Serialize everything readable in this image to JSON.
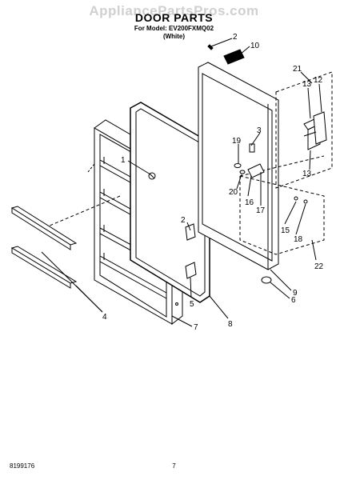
{
  "watermark": "AppliancePartsPros.com",
  "title": "DOOR PARTS",
  "model_line": "For Model: EV200FXMQ02",
  "color_line": "(White)",
  "callouts": [
    "1",
    "2",
    "2",
    "3",
    "4",
    "5",
    "6",
    "7",
    "8",
    "9",
    "10",
    "12",
    "13",
    "13",
    "15",
    "16",
    "17",
    "18",
    "19",
    "20",
    "21",
    "22"
  ],
  "footer": {
    "doc_number": "8199176",
    "page_number": "7"
  }
}
